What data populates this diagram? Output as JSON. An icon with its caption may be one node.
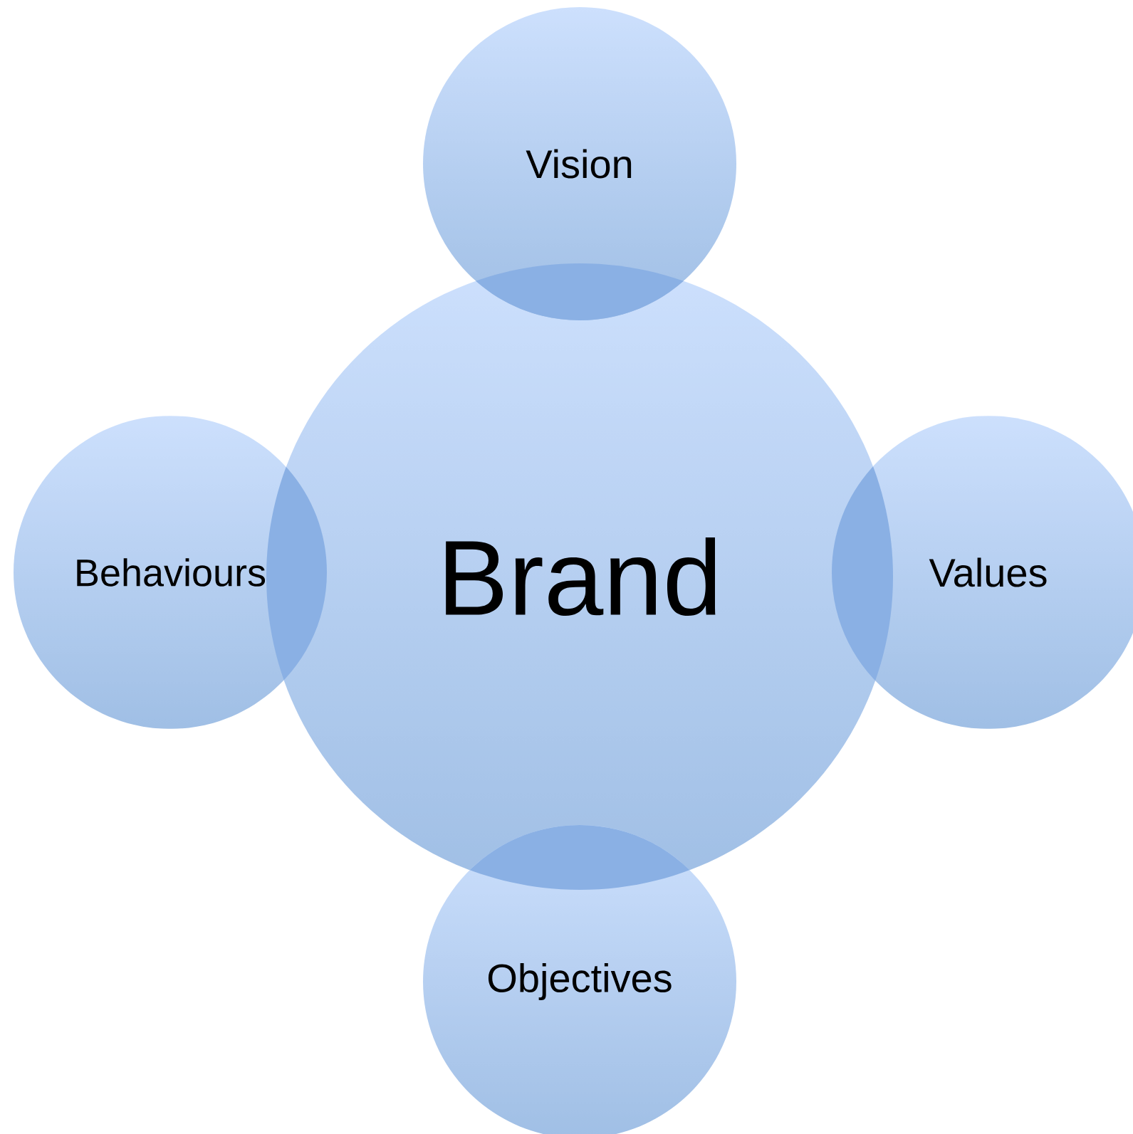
{
  "diagram": {
    "nodes": [
      {
        "text": [
          "Vision"
        ]
      },
      {
        "text": [
          "Behaviours"
        ]
      },
      {
        "text": [
          "Brand"
        ]
      },
      {
        "text": [
          "Values"
        ]
      },
      {
        "text": [
          "Objectives"
        ]
      }
    ]
  }
}
